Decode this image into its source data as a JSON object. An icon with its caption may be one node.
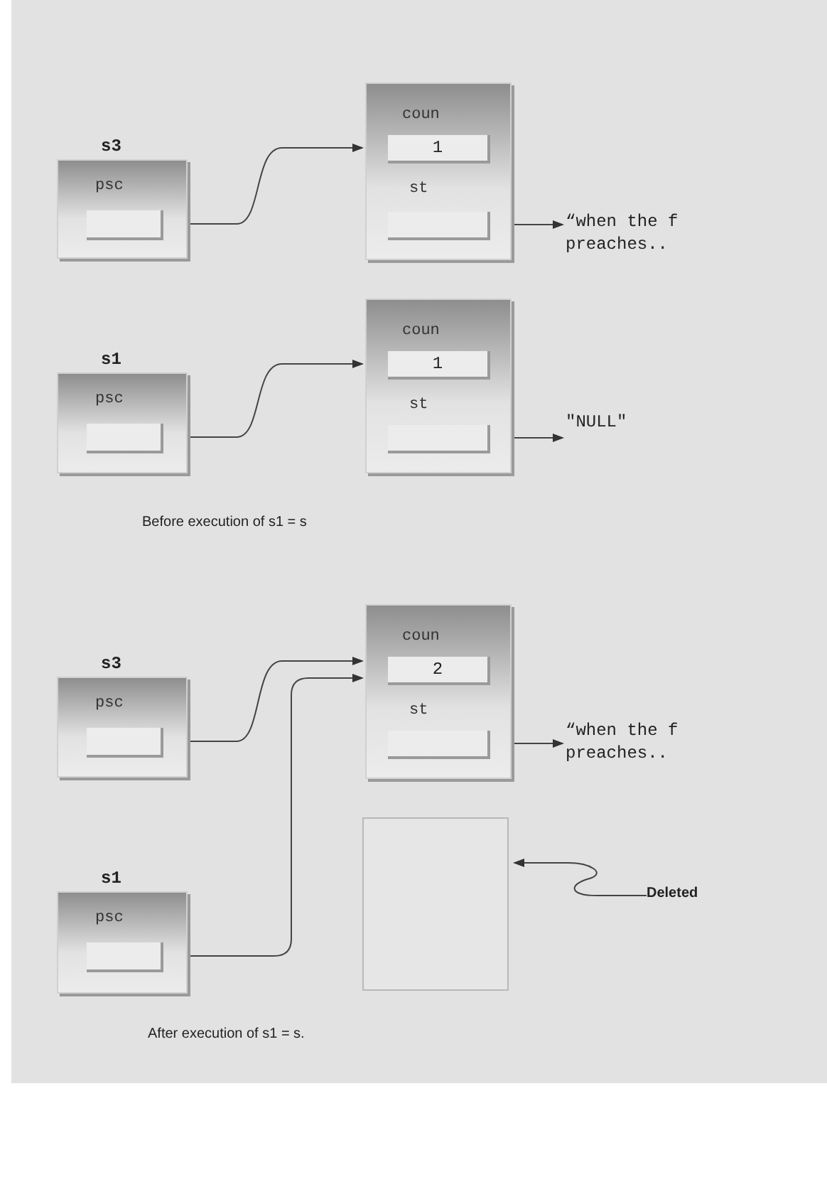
{
  "diagram": {
    "nodes": [
      {
        "text": [
          "s3",
          "psc"
        ]
      },
      {
        "text": [],
        "shape": "box",
        "in": 0
      },
      {
        "text": [
          "coun",
          "st"
        ]
      },
      {
        "text": [
          "1"
        ],
        "in": 2
      },
      {
        "text": [],
        "shape": "box",
        "in": 2
      },
      {
        "text": [
          "“when the f preaches.."
        ]
      },
      {
        "text": [
          "s1",
          "psc"
        ]
      },
      {
        "text": [],
        "shape": "box",
        "in": 6
      },
      {
        "text": [
          "coun",
          "st"
        ]
      },
      {
        "text": [
          "1"
        ],
        "in": 8
      },
      {
        "text": [],
        "shape": "box",
        "in": 8
      },
      {
        "text": [
          "\"NULL\""
        ]
      },
      {
        "text": [
          "s3",
          "psc"
        ]
      },
      {
        "text": [],
        "shape": "box",
        "in": 12
      },
      {
        "text": [
          "coun",
          "st"
        ]
      },
      {
        "text": [
          "2"
        ],
        "in": 14
      },
      {
        "text": [],
        "shape": "box",
        "in": 14
      },
      {
        "text": [
          "“when the f preaches.."
        ]
      },
      {
        "text": [
          "s1",
          "psc"
        ]
      },
      {
        "text": [],
        "shape": "box",
        "in": 18
      },
      {
        "text": [],
        "shape": "box"
      },
      {
        "text": [
          "Deleted"
        ]
      }
    ],
    "edges": [
      {
        "from": 1,
        "to": 2,
        "arrow": "to"
      },
      {
        "from": 4,
        "to": 5,
        "arrow": "to"
      },
      {
        "from": 7,
        "to": 8,
        "arrow": "to"
      },
      {
        "from": 10,
        "to": 11,
        "arrow": "to"
      },
      {
        "from": 13,
        "to": 14,
        "arrow": "to"
      },
      {
        "from": 16,
        "to": 17,
        "arrow": "to"
      },
      {
        "from": 19,
        "to": 14,
        "arrow": "to"
      },
      {
        "from": 21,
        "to": 20,
        "arrow": "to"
      }
    ],
    "labels": [
      "Before execution of s1 = s",
      "After execution of s1 = s."
    ]
  }
}
